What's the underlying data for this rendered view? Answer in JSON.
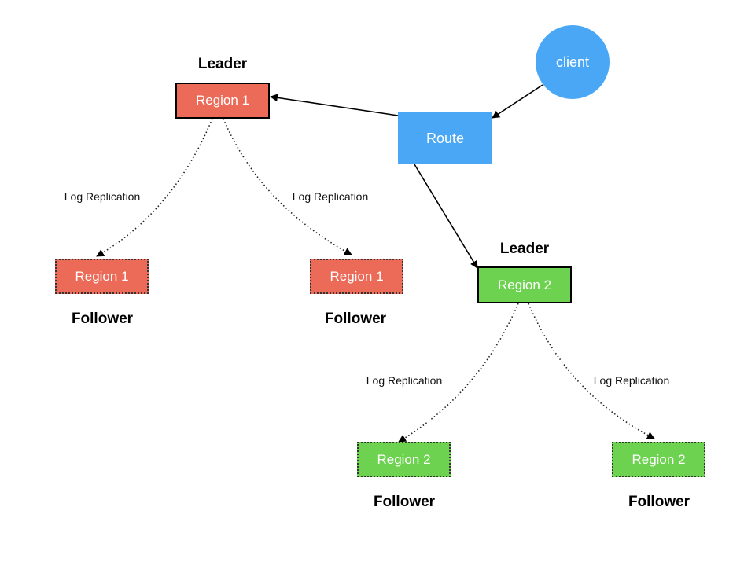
{
  "client": {
    "label": "client"
  },
  "route": {
    "label": "Route"
  },
  "group1": {
    "leader_role": "Leader",
    "leader_label": "Region 1",
    "edge_label_left": "Log Replication",
    "edge_label_right": "Log Replication",
    "follower_left_label": "Region 1",
    "follower_right_label": "Region 1",
    "follower_left_role": "Follower",
    "follower_right_role": "Follower"
  },
  "group2": {
    "leader_role": "Leader",
    "leader_label": "Region 2",
    "edge_label_left": "Log Replication",
    "edge_label_right": "Log Replication",
    "follower_left_label": "Region 2",
    "follower_right_label": "Region 2",
    "follower_left_role": "Follower",
    "follower_right_role": "Follower"
  },
  "colors": {
    "region1": "#ec6a58",
    "region2": "#6dd24f",
    "route_client": "#4aa7f6"
  }
}
